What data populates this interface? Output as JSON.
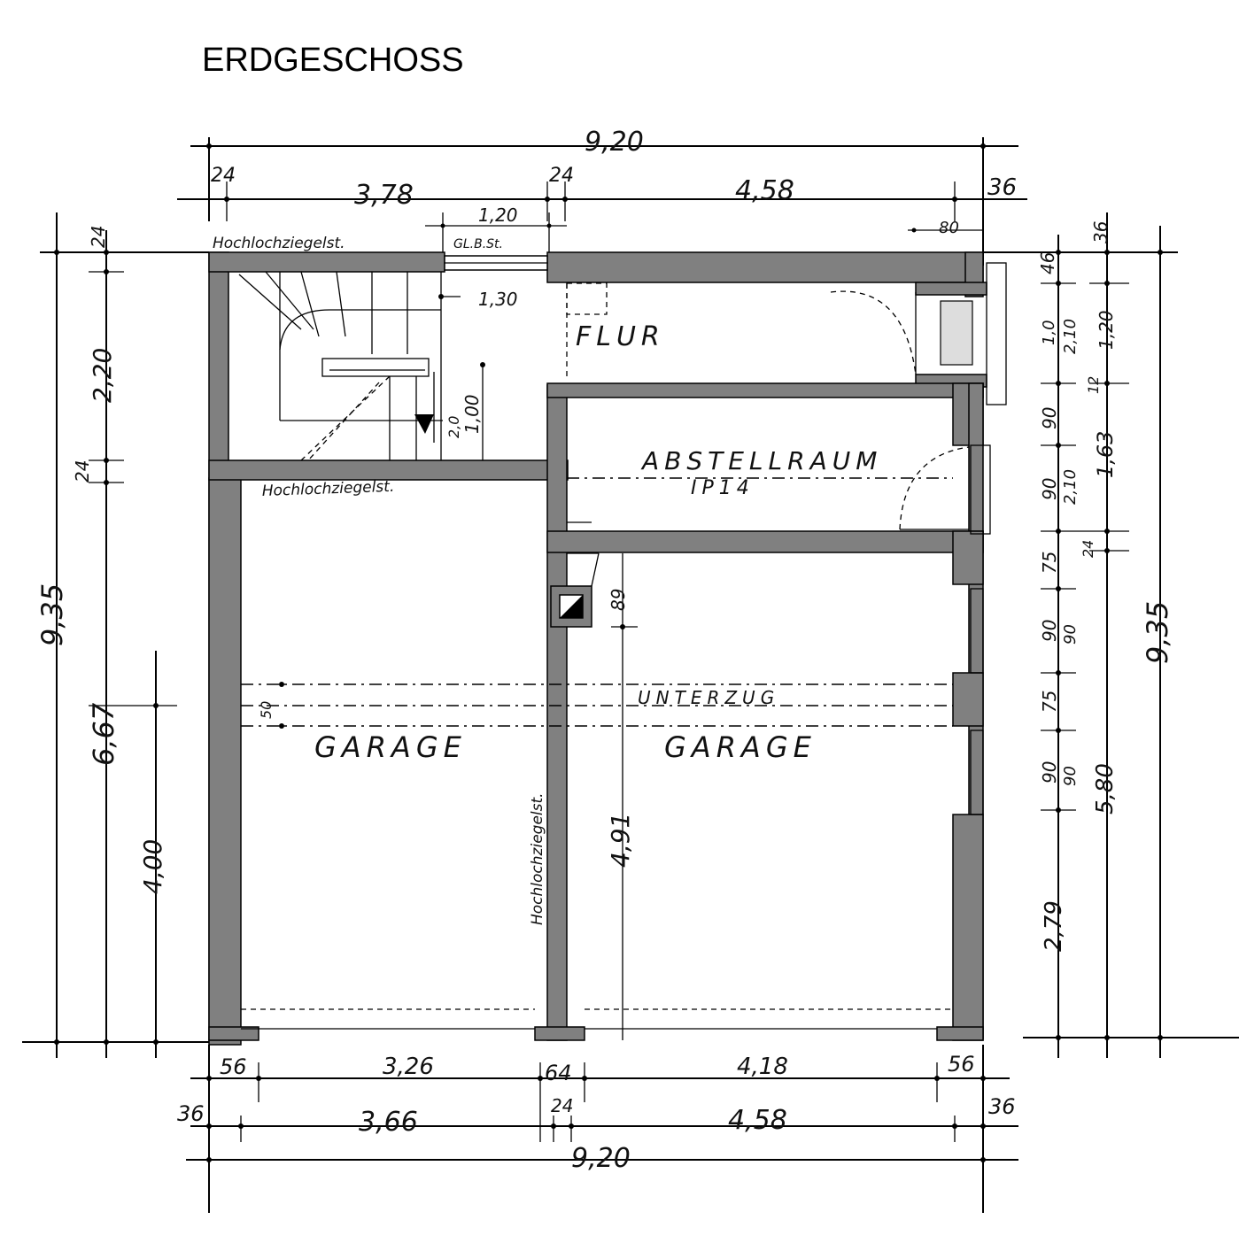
{
  "title": "ERDGESCHOSS",
  "dimensions": {
    "top": {
      "overall": "9,20",
      "left_wall": "24",
      "stair_width": "3,78",
      "mid_wall": "24",
      "flur_width": "4,58",
      "right_wall": "36",
      "window_120": "1,20",
      "door_80": "80",
      "stair_130": "1,30",
      "stair_100": "1,00",
      "stair_20": "2,0"
    },
    "left": {
      "overall": "9,35",
      "top_wall": "24",
      "stair_depth": "2,20",
      "mid_wall": "24",
      "garage_depth": "6,67",
      "partial": "4,00",
      "beam_offset": "50"
    },
    "right": {
      "overall": "9,35",
      "top_wall": "36",
      "v1": "46",
      "v2": "1,0",
      "v3": "2,10",
      "v4": "1,20",
      "v5": "12",
      "v6": "90",
      "v7": "90",
      "v8": "2,10",
      "v9": "1,63",
      "v10": "24",
      "v11": "75",
      "v12": "90",
      "v13": "90",
      "v14": "75",
      "v15": "90",
      "v16": "90",
      "v17": "2,79",
      "v18": "5,80"
    },
    "bottom": {
      "left_pier": "56",
      "left_opening": "3,26",
      "mid_pier": "64",
      "right_opening": "4,18",
      "right_pier": "56",
      "left_wall": "36",
      "left_garage": "3,66",
      "mid_wall": "24",
      "right_garage": "4,58",
      "right_wall": "36",
      "overall": "9,20"
    },
    "inner": {
      "garage_right_depth": "4,91",
      "chimney_offset": "89"
    }
  },
  "rooms": {
    "flur": "FLUR",
    "abstellraum": "ABSTELLRAUM",
    "beam_ip": "IP14",
    "garage_left": "GARAGE",
    "garage_right": "GARAGE",
    "unterzug": "UNTERZUG"
  },
  "notes": {
    "wall_top": "Hochlochziegelst.",
    "wall_mid": "Hochlochziegelst.",
    "wall_center": "Hochlochziegelst.",
    "glass_block": "GL.B.St."
  },
  "colors": {
    "wall_fill": "#808080",
    "ink": "#000000"
  }
}
